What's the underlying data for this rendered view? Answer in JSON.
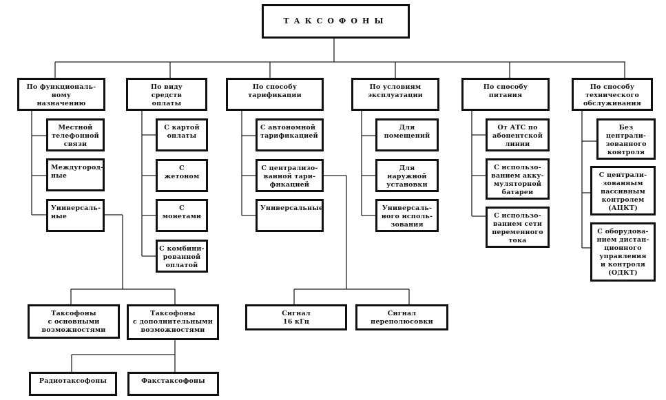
{
  "root": {
    "label": "ТАКСОФОНЫ"
  },
  "categories": [
    {
      "label": "По функциональ-\nному\nназначению",
      "children": [
        "Местной\nтелефонной\nсвязи",
        "Междугород-\nные",
        "Универсаль-\nные"
      ]
    },
    {
      "label": "По виду\nсредств\nоплаты",
      "children": [
        "С картой\nоплаты",
        "С\nжетоном",
        "С\nмонетами",
        "С комбини-\nрованной\nоплатой"
      ]
    },
    {
      "label": "По способу\nтарификации",
      "children": [
        "С автономной\nтарификацией",
        "С централизо-\nванной тари-\nфикацией",
        "Универсальные"
      ]
    },
    {
      "label": "По условиям\nэксплуатации",
      "children": [
        "Для\nпомещений",
        "Для\nнаружной\nустановки",
        "Универсаль-\nного исполь-\nзования"
      ]
    },
    {
      "label": "По способу\nпитания",
      "children": [
        "От АТС по\nабонентской\nлинии",
        "С использо-\nванием акку-\nмуляторной\nбатареи",
        "С использо-\nванием сети\nпеременного\nтока"
      ]
    },
    {
      "label": "По способу\nтехнического\nобслуживания",
      "children": [
        "Без\nцентрали-\nзованного\nконтроля",
        "С централи-\nзованным\nпассивным\nконтролем\n(АЦКТ)",
        "С оборудова-\nнием дистан-\nционного\nуправления\nи контроля\n(ОДКТ)"
      ]
    }
  ],
  "universal_branch": {
    "children": [
      "Таксофоны\nс основными\nвозможностями",
      "Таксофоны\nс дополнительными\nвозможностями"
    ],
    "extended_children": [
      "Радиотаксофоны",
      "Факстаксофоны"
    ]
  },
  "centralized_branch": {
    "children": [
      "Сигнал\n16 кГц",
      "Сигнал\nпереполюсовки"
    ]
  }
}
